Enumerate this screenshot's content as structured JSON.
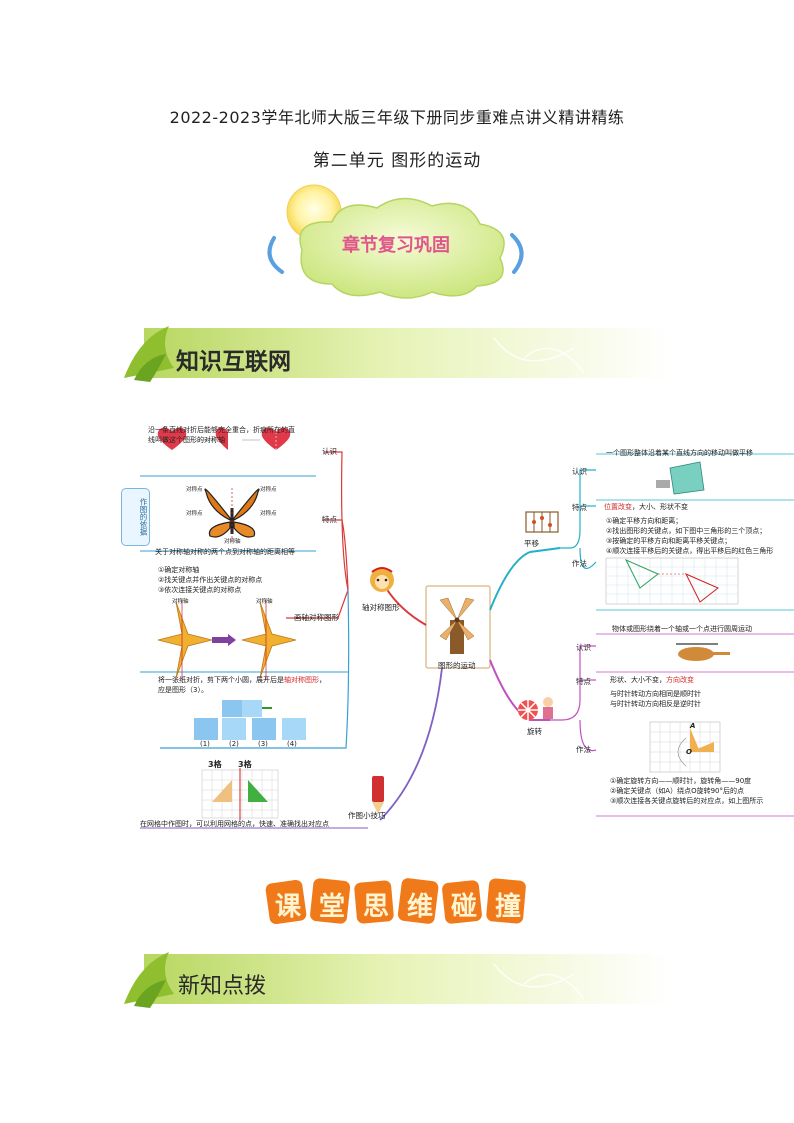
{
  "header": {
    "title": "2022-2023学年北师大版三年级下册同步重难点讲义精讲精练",
    "subtitle": "第二单元  图形的运动"
  },
  "chapter_badge": {
    "label": "章节复习巩固"
  },
  "banners": {
    "knowledge_net": "知识互联网",
    "new_points": "新知点拨"
  },
  "classroom_title": [
    "课",
    "堂",
    "思",
    "维",
    "碰",
    "撞"
  ],
  "mindmap": {
    "center": "图形的运动",
    "axis": {
      "label": "轴对称图形",
      "side_box": "作图的依据",
      "recognize_label": "认识",
      "recognize_text": [
        "沿一条直线对折后能够完全重合，折痕所在的直",
        "线叫做这个图形的对称轴"
      ],
      "feature_label": "特点",
      "butterfly_labels": [
        "对称点",
        "对称点",
        "对称点",
        "对称点",
        "对称轴"
      ],
      "feature_text": "关于对称轴对称的两个点到对称轴的距离相等",
      "draw_label": "画轴对称图形",
      "draw_steps": [
        "①确定对称轴",
        "②找关键点并作出关键点的对称点",
        "③依次连接关键点的对称点"
      ],
      "draw_axis_labels": [
        "对称轴",
        "对称轴"
      ],
      "fold_text_1": "将一张纸对折，剪下两个小圆，展开后是",
      "fold_text_red": "轴对称图形",
      "fold_text_2": "，",
      "fold_text_3": "应是图形（3）。",
      "fold_options": [
        "(1)",
        "(2)",
        "(3)",
        "(4)"
      ]
    },
    "tips": {
      "label": "作图小技巧",
      "grid_labels": [
        "3格",
        "3格"
      ],
      "text": "在网格中作图时，可以利用网格的点，快速、准确找出对应点"
    },
    "translation": {
      "label": "平移",
      "recognize_label": "认识",
      "recognize_text": "一个图形整体沿着某个直线方向的移动叫做平移",
      "feature_label": "特点",
      "feature_red": "位置改变",
      "feature_text": "，大小、形状不变",
      "method_label": "作法",
      "method_steps": [
        "①确定平移方向和距离；",
        "②找出图形的关键点，如下图中三角形的三个顶点；",
        "③按确定的平移方向和距离平移关键点；",
        "④顺次连接平移后的关键点，得出平移后的红色三角形"
      ]
    },
    "rotation": {
      "label": "旋转",
      "recognize_label": "认识",
      "recognize_text": "物体或图形绕着一个轴或一个点进行圆周运动",
      "feature_label": "特点",
      "feature_text": "形状、大小不变，",
      "feature_red": "方向改变",
      "method_label": "作法",
      "method_intro": [
        "与时针转动方向相同是顺时针",
        "与时针转动方向相反是逆时针"
      ],
      "grid_labels": [
        "A",
        "O"
      ],
      "method_steps": [
        "①确定旋转方向——顺时针，旋转角——90度",
        "②确定关键点（如A）绕点O旋转90°后的点",
        "③顺次连接各关键点旋转后的对应点，如上图所示"
      ]
    }
  }
}
